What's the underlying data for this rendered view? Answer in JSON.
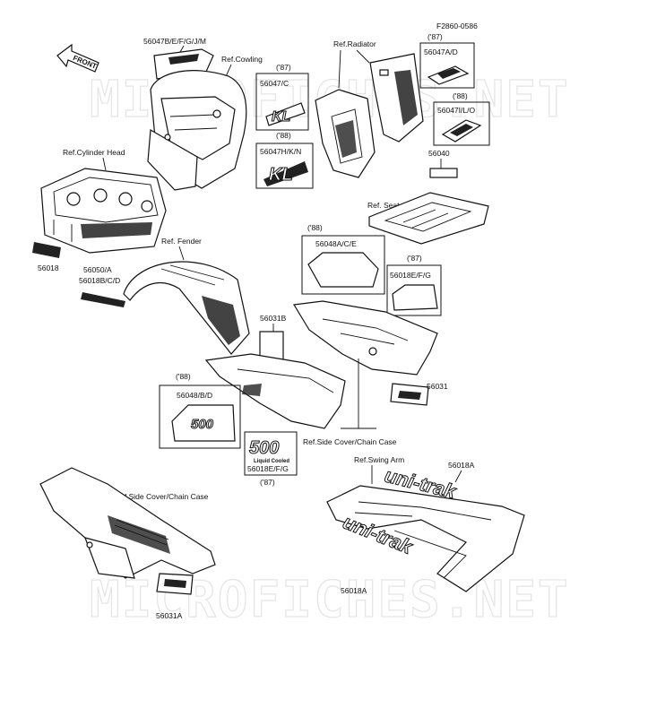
{
  "diagram_id": "F2860-0586",
  "watermark": "MICROFICHES.NET",
  "front_arrow": "FRONT",
  "labels": {
    "p56047B": "56047B/E/F/G/J/M",
    "ref_cowling": "Ref.Cowling",
    "ref_radiator": "Ref.Radiator",
    "yr87_a": "('87)",
    "p56047C": "56047/C",
    "yr88_a": "('88)",
    "p56047H": "56047H/K/N",
    "yr87_b": "('87)",
    "p56047A": "56047A/D",
    "yr88_b": "('88)",
    "p56047I": "56047I/L/O",
    "p56040": "56040",
    "ref_seat": "Ref. Seat",
    "ref_cyl_head": "Ref.Cylinder Head",
    "p56018": "56018",
    "p56050": "56050/A",
    "p56018B": "56018B/C/D",
    "ref_fender": "Ref. Fender",
    "yr88_c": "('88)",
    "p56048A": "56048A/C/E",
    "yr87_c": "('87)",
    "p56018E_a": "56018E/F/G",
    "p56031B": "56031B",
    "p56031": "56031",
    "yr88_d": "('88)",
    "p56048B": "56048/B/D",
    "ref_side_cover_a": "Ref.Side Cover/Chain Case",
    "p56018E_b": "56018E/F/G",
    "yr87_d": "('87)",
    "ref_swing_arm": "Ref.Swing Arm",
    "p56018A_a": "56018A",
    "ref_side_cover_b": "Ref.Side Cover/Chain Case",
    "p56018A_b": "56018A",
    "p56031A": "56031A"
  },
  "emblems": {
    "kl_small": "KL",
    "kl_large": "KL",
    "num_500": "500",
    "num_500_b": "500",
    "liquid_cooled": "Liquid Cooled",
    "unitrak": "uni-trak"
  }
}
